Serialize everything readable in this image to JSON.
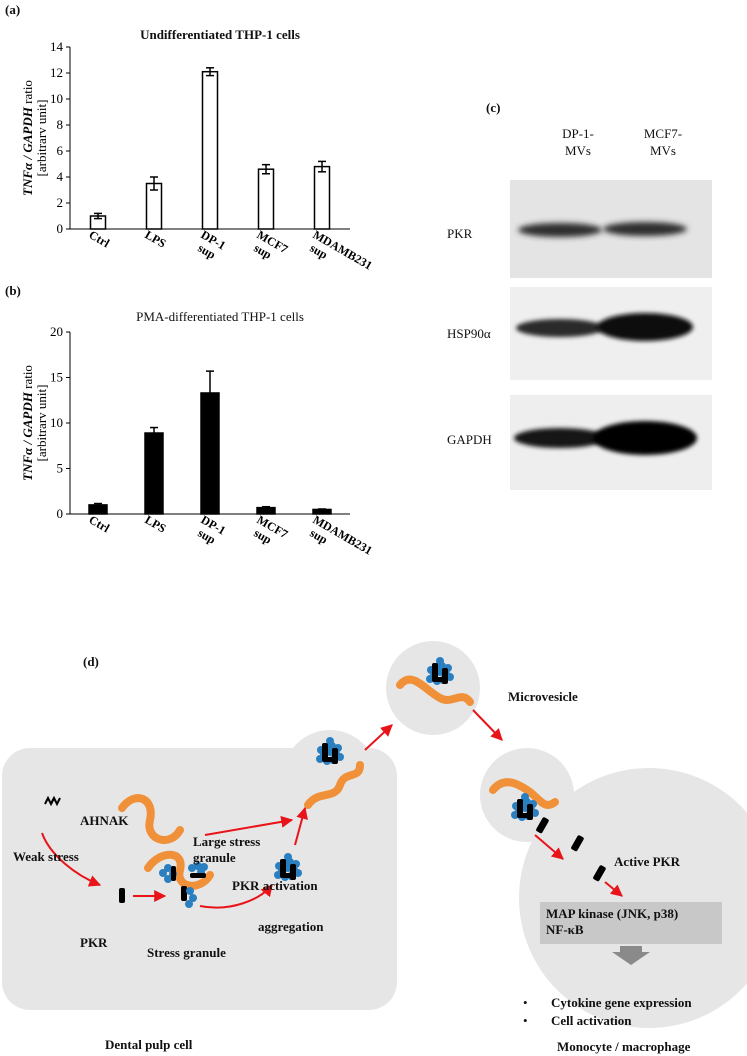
{
  "panels": {
    "a": "(a)",
    "b": "(b)",
    "c": "(c)",
    "d": "(d)"
  },
  "chart_data": [
    {
      "type": "bar",
      "title": "Undifferentiated THP-1 cells",
      "ylabel_line1_italic": "TNFα / GAPDH",
      "ylabel_line1_suffix": " ratio",
      "ylabel_line2": "[arbitrarv unit]",
      "categories": [
        "Ctrl",
        "LPS",
        "DP-1 sup",
        "MCF7 sup",
        "MDAMB231 sup"
      ],
      "values": [
        1.0,
        3.5,
        12.1,
        4.6,
        4.8
      ],
      "errors": [
        0.2,
        0.5,
        0.3,
        0.35,
        0.4
      ],
      "ylim": [
        0,
        14
      ],
      "yticks": [
        0,
        2,
        4,
        6,
        8,
        10,
        12,
        14
      ],
      "bar_fill": "#ffffff"
    },
    {
      "type": "bar",
      "title": "PMA-differentiated THP-1 cells",
      "ylabel_line1_italic": "TNFα / GAPDH",
      "ylabel_line1_suffix": " ratio",
      "ylabel_line2": "[arbitrarv unit]",
      "categories": [
        "Ctrl",
        "LPS",
        "DP-1 sup",
        "MCF7 sup",
        "MDAMB231 sup"
      ],
      "values": [
        1.0,
        8.9,
        13.3,
        0.7,
        0.5
      ],
      "errors": [
        0.15,
        0.6,
        2.4,
        0.1,
        0.05
      ],
      "ylim": [
        0,
        20
      ],
      "yticks": [
        0,
        5,
        10,
        15,
        20
      ],
      "bar_fill": "#000000"
    }
  ],
  "blot": {
    "columns": [
      "DP-1-\nMVs",
      "MCF7-\nMVs"
    ],
    "col1_line1": "DP-1-",
    "col1_line2": "MVs",
    "col2_line1": "MCF7-",
    "col2_line2": "MVs",
    "rows": [
      "PKR",
      "HSP90α",
      "GAPDH"
    ]
  },
  "diagram": {
    "microvesicle": "Microvesicle",
    "ahnak": "AHNAK",
    "weak_stress": "Weak stress",
    "pkr": "PKR",
    "stress_granule": "Stress granule",
    "aggregation": "aggregation",
    "large_sg_1": "Large stress",
    "large_sg_2": "granule",
    "pkr_activation": "PKR activation",
    "active_pkr": "Active PKR",
    "map_kinase": "MAP kinase (JNK, p38)",
    "nfkb": "NF-κB",
    "bullet1": "Cytokine gene expression",
    "bullet2": "Cell activation",
    "dental_pulp": "Dental pulp cell",
    "monocyte": "Monocyte / macrophage",
    "colors": {
      "cell_gray": "#e6e6e6",
      "arrow_red": "#e8141a",
      "ahnak_orange": "#f0913a",
      "granule_blue": "#2a7fc0",
      "box_gray": "#c8c8c8"
    }
  }
}
